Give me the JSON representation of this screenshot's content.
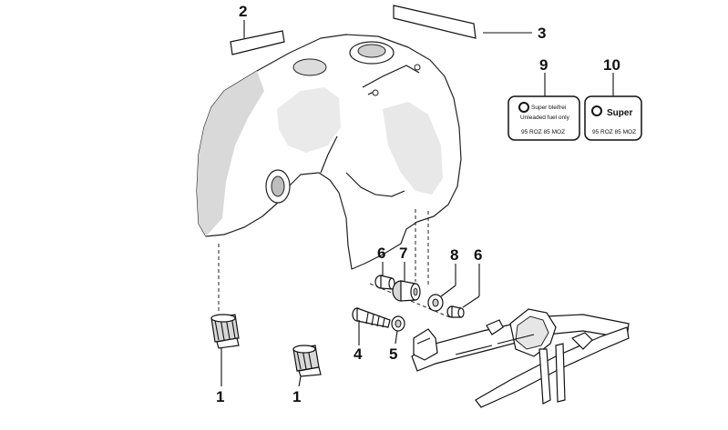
{
  "callouts": {
    "c1a": "1",
    "c1b": "1",
    "c2": "2",
    "c3": "3",
    "c4": "4",
    "c5": "5",
    "c6a": "6",
    "c6b": "6",
    "c7": "7",
    "c8": "8",
    "c9": "9",
    "c10": "10"
  },
  "label_9": {
    "line1": "Super bleifrei",
    "line2": "Unleaded fuel only",
    "line3": "95 ROZ 85 MOZ"
  },
  "label_10": {
    "line1": "Super",
    "line2": "95 ROZ 85 MOZ"
  }
}
